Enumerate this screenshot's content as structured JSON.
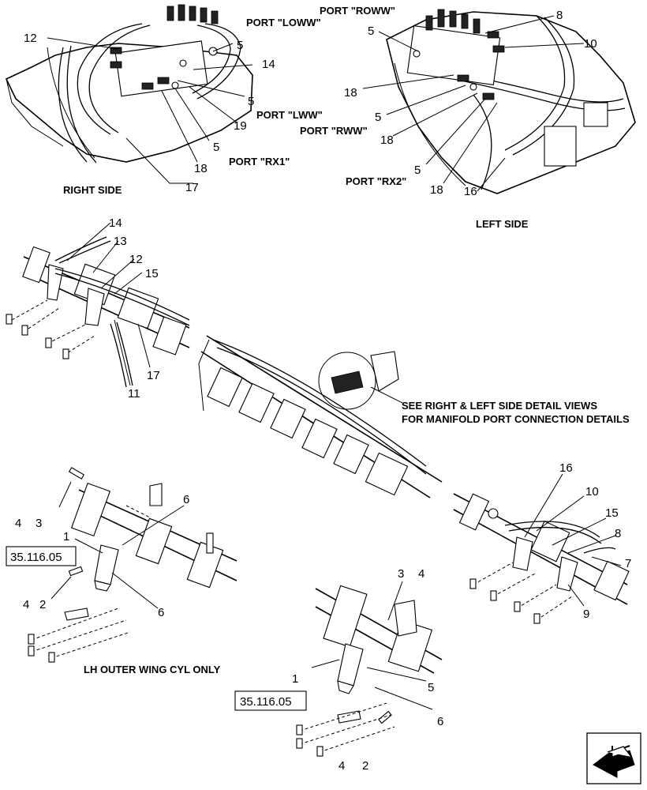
{
  "callouts": {
    "c1": "12",
    "c2": "5",
    "c3": "14",
    "c4": "5",
    "c5": "19",
    "c6": "5",
    "c7": "18",
    "c8": "17",
    "c9": "8",
    "c10": "5",
    "c11": "10",
    "c12": "18",
    "c13": "5",
    "c14": "18",
    "c15": "5",
    "c16": "18",
    "c17": "16",
    "c18": "14",
    "c19": "13",
    "c20": "12",
    "c21": "15",
    "c22": "17",
    "c23": "11",
    "c24": "4",
    "c25": "3",
    "c26": "6",
    "c27": "1",
    "c28": "4",
    "c29": "2",
    "c30": "6",
    "c31": "16",
    "c32": "10",
    "c33": "15",
    "c34": "8",
    "c35": "7",
    "c36": "9",
    "c37": "3",
    "c38": "4",
    "c39": "1",
    "c40": "5",
    "c41": "6",
    "c42": "4",
    "c43": "2"
  },
  "ports": {
    "loww": "PORT \"LOWW\"",
    "lww": "PORT \"LWW\"",
    "rx1": "PORT \"RX1\"",
    "roww": "PORT \"ROWW\"",
    "rww": "PORT \"RWW\"",
    "rx2": "PORT \"RX2\""
  },
  "captions": {
    "right_side": "RIGHT SIDE",
    "left_side": "LEFT SIDE",
    "see_detail_1": "SEE RIGHT & LEFT SIDE DETAIL VIEWS",
    "see_detail_2": "FOR MANIFOLD PORT CONNECTION DETAILS",
    "lh_outer": "LH OUTER WING CYL ONLY"
  },
  "references": {
    "ref1": "35.116.05",
    "ref2": "35.116.05"
  }
}
